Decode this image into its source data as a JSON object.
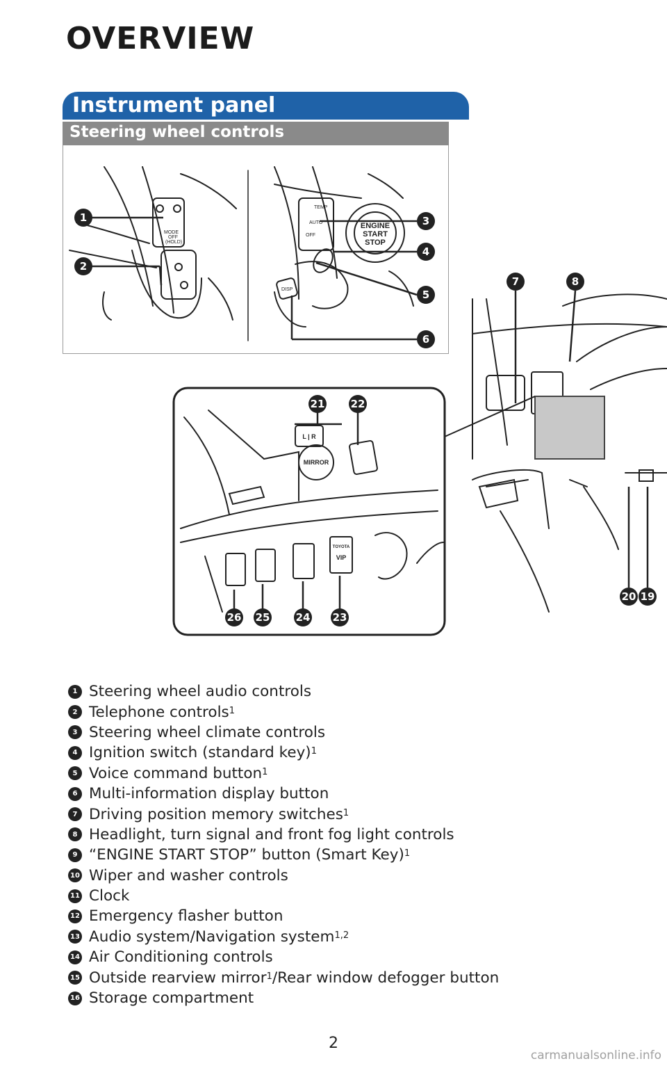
{
  "page": {
    "title": "OVERVIEW",
    "section": "Instrument panel",
    "subsection": "Steering wheel controls",
    "page_number": "2",
    "watermark": "carmanualsonline.info"
  },
  "diagram": {
    "steering_left_labels": [
      "MODE",
      "OFF",
      "(HOLD)"
    ],
    "steering_right_labels": [
      "TEMP",
      "AUTO",
      "OFF",
      "DISP"
    ],
    "ignition_label": [
      "ENGINE",
      "START",
      "STOP"
    ],
    "mirror_label": "MIRROR",
    "mirror_select_label": "L | R",
    "vip_label": "VIP",
    "toyota_label": "TOYOTA",
    "callouts": [
      "1",
      "2",
      "3",
      "4",
      "5",
      "6",
      "7",
      "8",
      "21",
      "22",
      "20",
      "19",
      "26",
      "25",
      "24",
      "23"
    ]
  },
  "legend": [
    {
      "num": "1",
      "text": "Steering wheel audio controls",
      "sup": ""
    },
    {
      "num": "2",
      "text": "Telephone controls",
      "sup": "1"
    },
    {
      "num": "3",
      "text": "Steering wheel climate controls",
      "sup": ""
    },
    {
      "num": "4",
      "text": "Ignition switch (standard key)",
      "sup": "1"
    },
    {
      "num": "5",
      "text": "Voice command button",
      "sup": "1"
    },
    {
      "num": "6",
      "text": "Multi-information display button",
      "sup": ""
    },
    {
      "num": "7",
      "text": "Driving position memory switches",
      "sup": "1"
    },
    {
      "num": "8",
      "text": "Headlight, turn signal and front fog light controls",
      "sup": ""
    },
    {
      "num": "9",
      "text": "“ENGINE START STOP” button (Smart Key)",
      "sup": "1"
    },
    {
      "num": "10",
      "text": "Wiper and washer controls",
      "sup": ""
    },
    {
      "num": "11",
      "text": "Clock",
      "sup": ""
    },
    {
      "num": "12",
      "text": "Emergency flasher button",
      "sup": ""
    },
    {
      "num": "13",
      "text": "Audio system/Navigation system",
      "sup": "1,2"
    },
    {
      "num": "14",
      "text": "Air Conditioning controls",
      "sup": ""
    },
    {
      "num": "15",
      "text": "Outside rearview mirror",
      "sup": "1",
      "tail": "/Rear window defogger button"
    },
    {
      "num": "16",
      "text": "Storage compartment",
      "sup": ""
    }
  ]
}
